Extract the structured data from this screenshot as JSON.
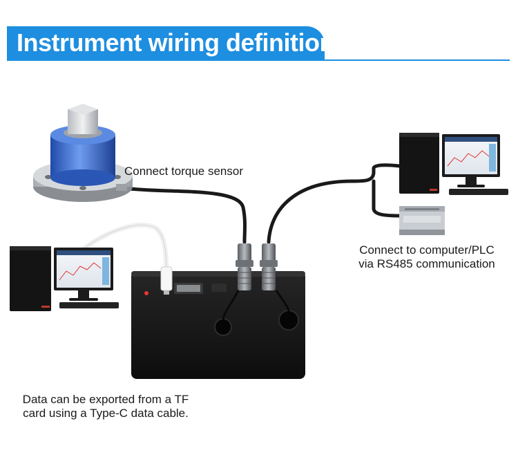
{
  "header": {
    "title": "Instrument wiring definition",
    "color": "#1d8ee0"
  },
  "labels": {
    "torque_sensor": "Connect torque sensor",
    "rs485_line1": "Connect to computer/PLC",
    "rs485_line2": "via RS485 communication",
    "typec_line1": "Data can be exported from a TF",
    "typec_line2": "card using a Type-C data cable."
  },
  "devices": {
    "sensor_color": "#3a6fd1",
    "instrument_color": "#151515",
    "pc_color": "#111111",
    "plc_color": "#c9cdd2",
    "cable_black": "#1a1a1a",
    "cable_white": "#f2f2f2"
  }
}
